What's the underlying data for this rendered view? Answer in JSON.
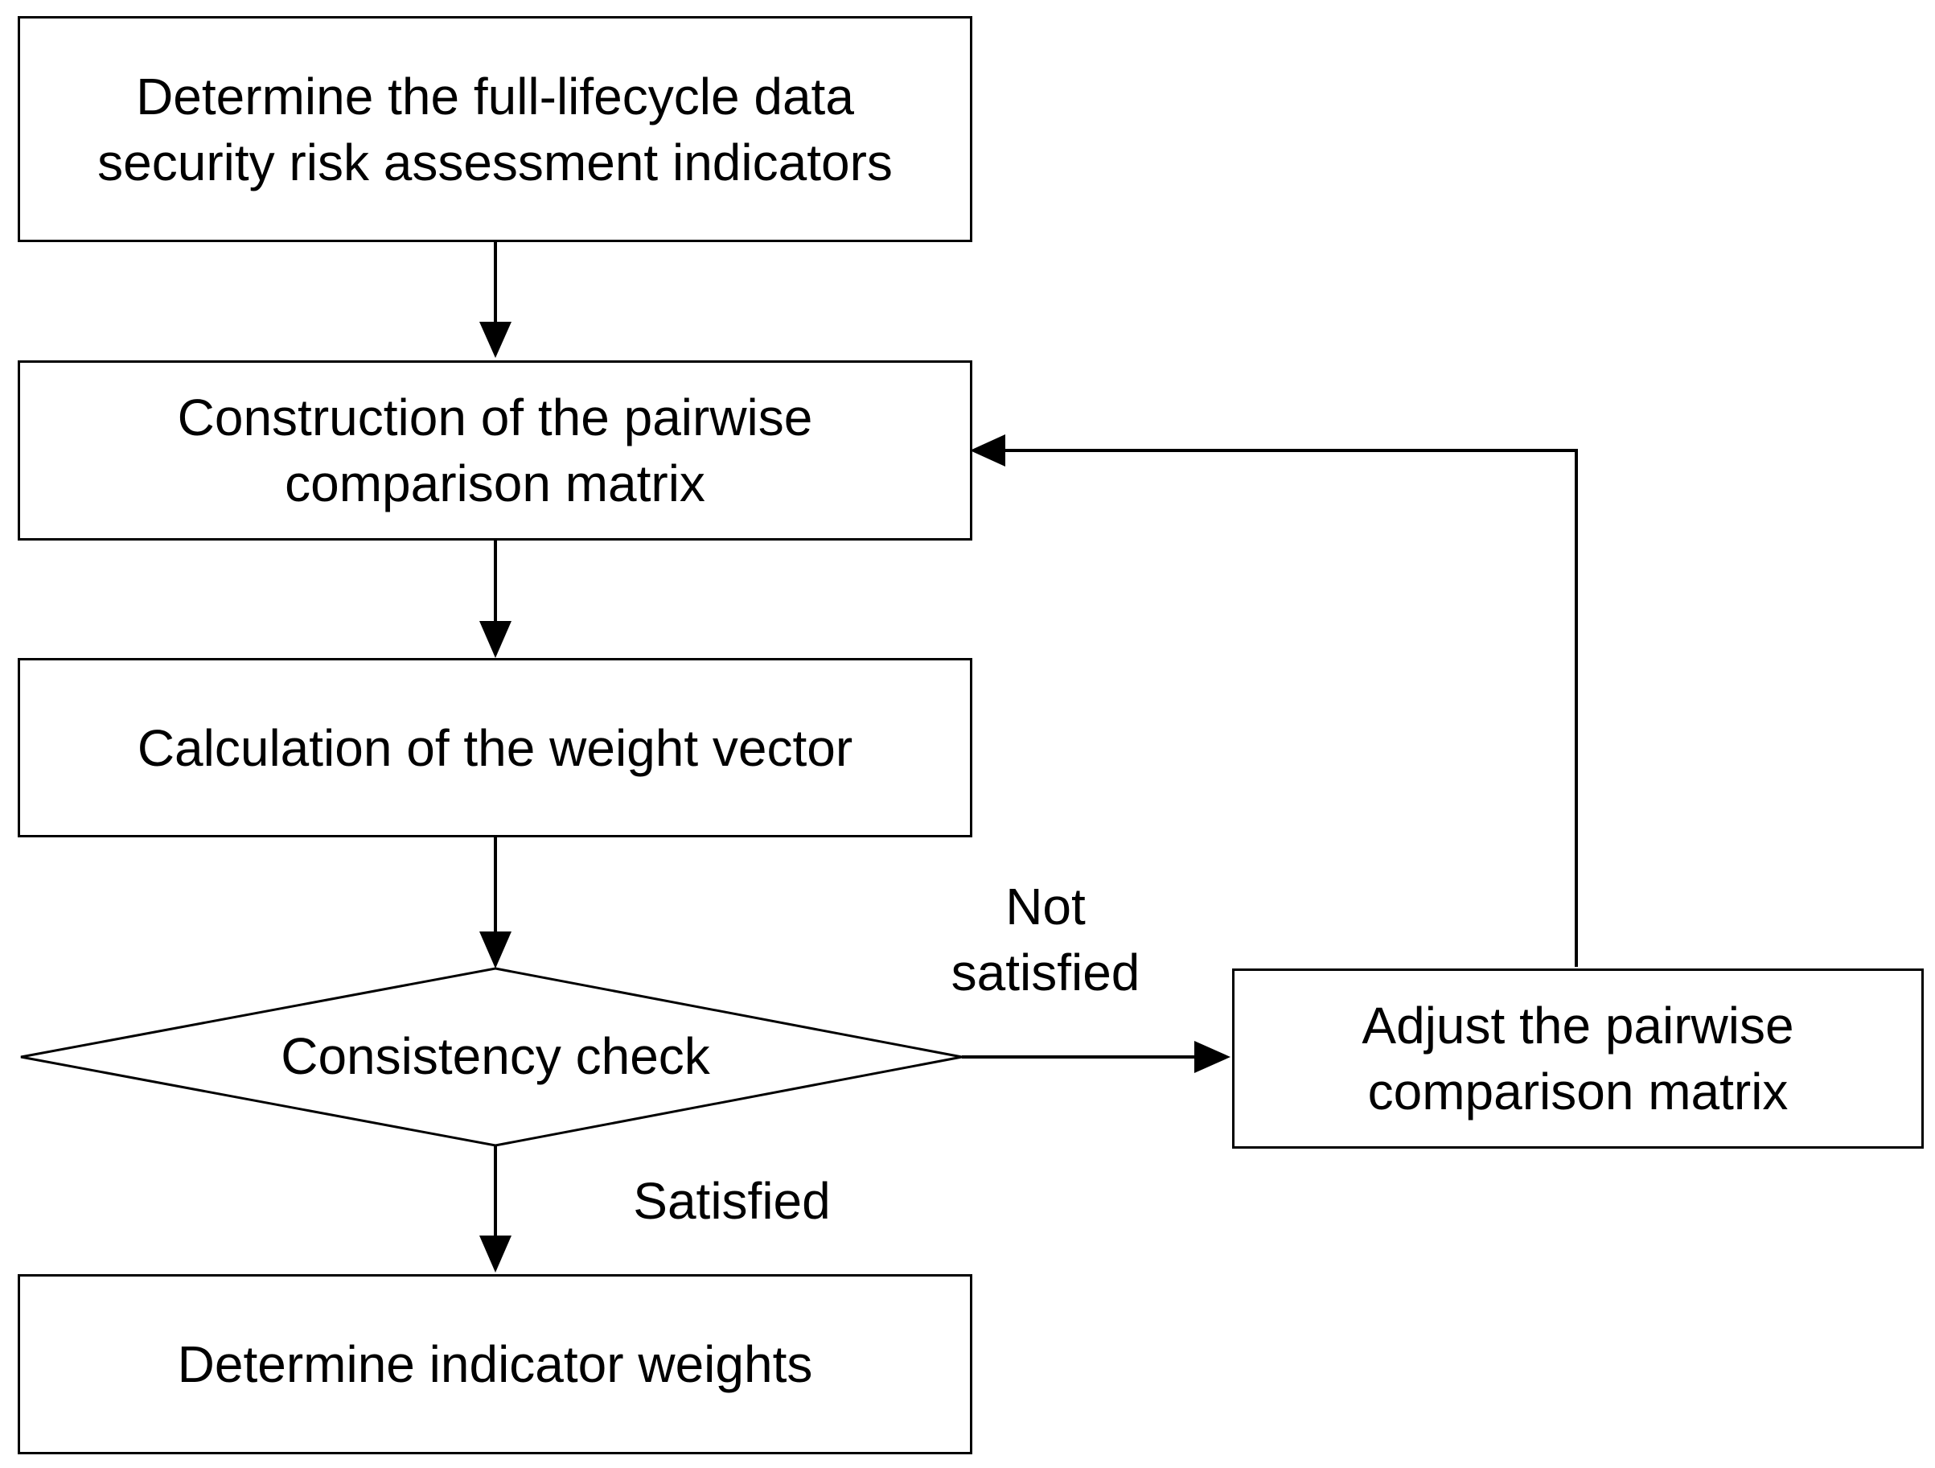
{
  "diagram": {
    "nodes": {
      "determine_indicators": {
        "text": "Determine the full-lifecycle data\nsecurity risk assessment indicators"
      },
      "construct_matrix": {
        "text": "Construction of the pairwise\ncomparison matrix"
      },
      "weight_vector": {
        "text": "Calculation of the weight vector"
      },
      "consistency_check": {
        "text": "Consistency check"
      },
      "determine_weights": {
        "text": "Determine indicator weights"
      },
      "adjust_matrix": {
        "text": "Adjust the pairwise\ncomparison matrix"
      }
    },
    "edges": {
      "not_satisfied_label": "Not\nsatisfied",
      "satisfied_label": "Satisfied"
    }
  }
}
